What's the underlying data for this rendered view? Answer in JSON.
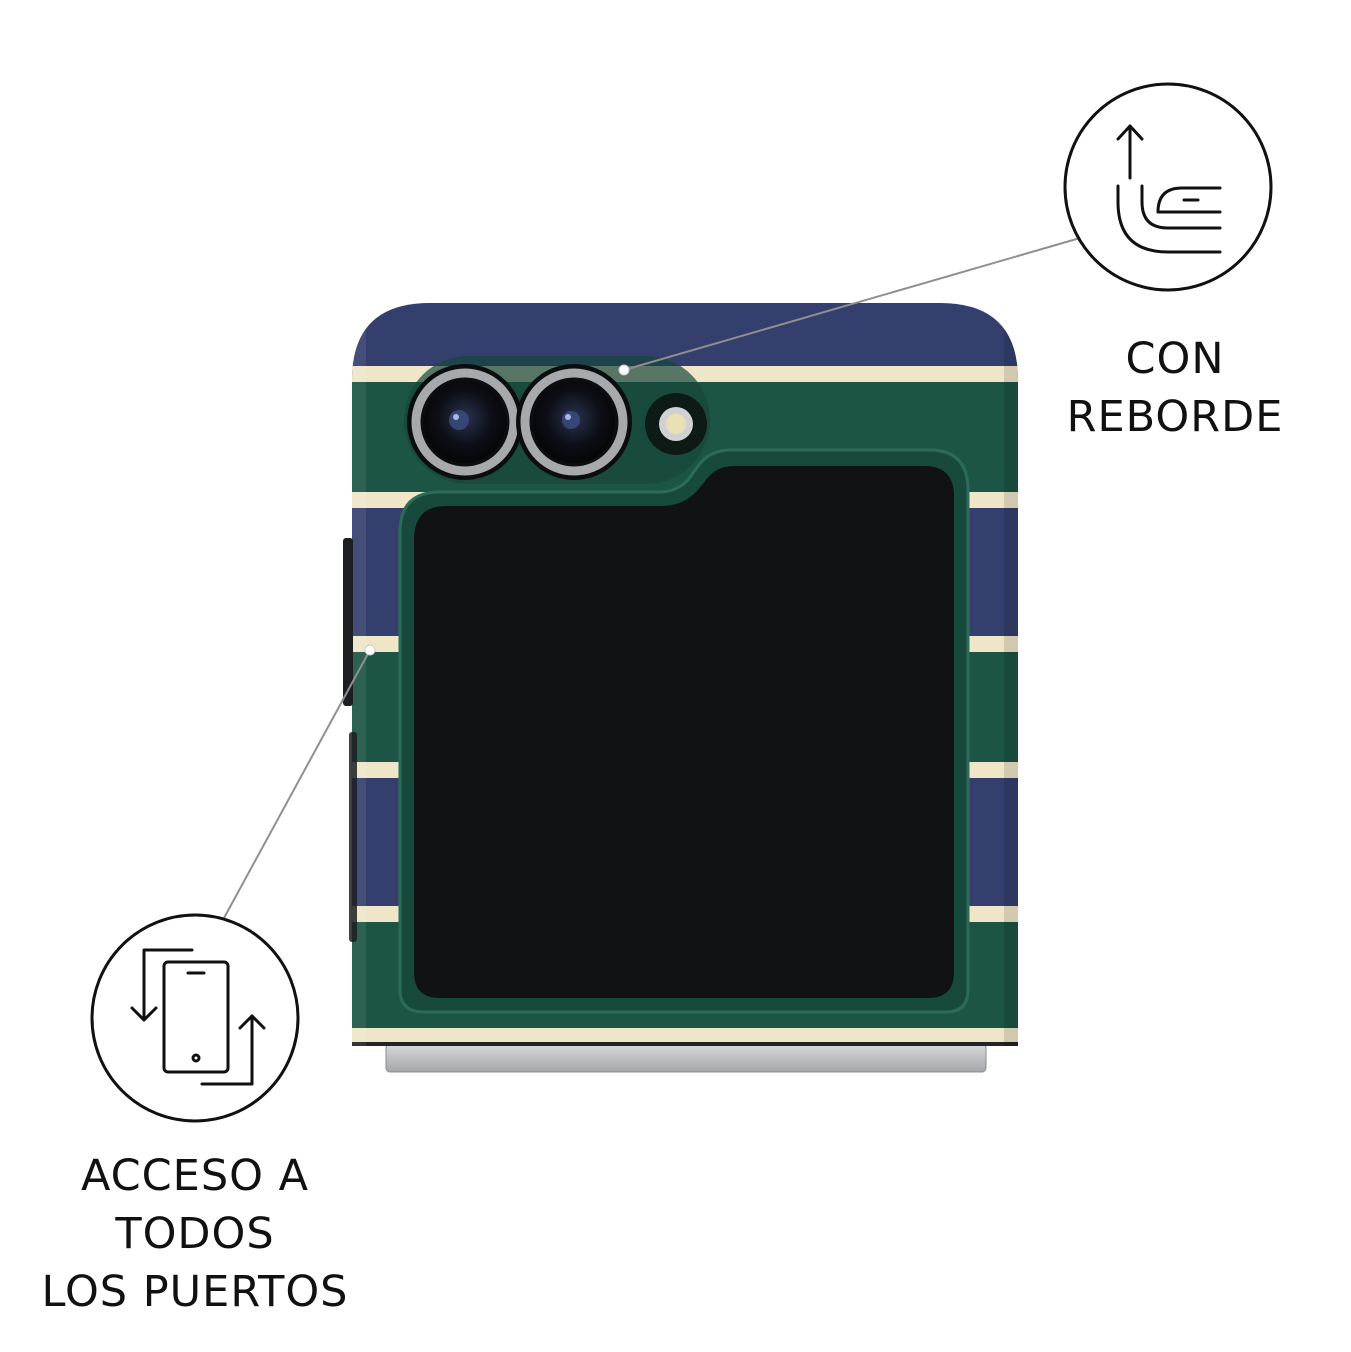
{
  "colors": {
    "navy": "#353f6e",
    "green": "#1c5545",
    "cream": "#efe6c8",
    "screen": "#101214",
    "ink": "#111111"
  },
  "features": {
    "rim": {
      "icon": "raised-rim-icon",
      "lines": [
        "CON",
        "REBORDE"
      ]
    },
    "ports": {
      "icon": "port-access-icon",
      "lines": [
        "ACCESO A",
        "TODOS",
        "LOS PUERTOS"
      ]
    }
  }
}
